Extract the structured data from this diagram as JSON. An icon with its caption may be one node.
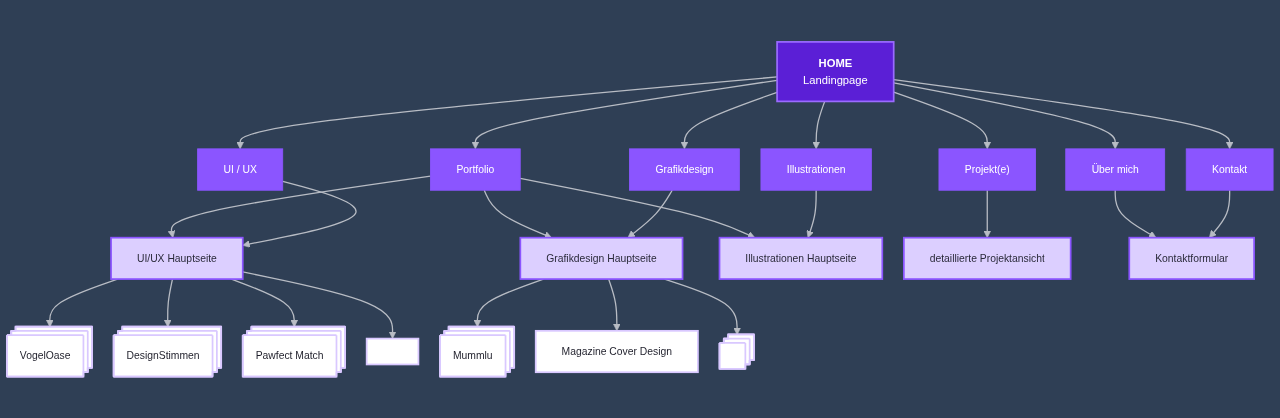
{
  "diagram": {
    "nodes": [
      {
        "text": [
          "HOME",
          "Landingpage"
        ]
      },
      {
        "text": [
          "Über mich"
        ]
      },
      {
        "text": [
          "Portfolio"
        ]
      },
      {
        "text": [
          "UI / UX"
        ]
      },
      {
        "text": [
          "Grafikdesign"
        ]
      },
      {
        "text": [
          "Illustrationen"
        ]
      },
      {
        "text": [
          "Projekt(e)"
        ]
      },
      {
        "text": [
          "Kontakt"
        ]
      },
      {
        "text": [
          "UI/UX Hauptseite"
        ]
      },
      {
        "text": [
          "Grafikdesign Hauptseite"
        ]
      },
      {
        "text": [
          "Illustrationen Hauptseite"
        ]
      },
      {
        "text": [
          "detaillierte Projektansicht"
        ]
      },
      {
        "text": [
          "Kontaktformular"
        ]
      },
      {
        "text": [
          "VogelOase"
        ]
      },
      {
        "text": [
          "DesignStimmen"
        ]
      },
      {
        "text": [
          "Pawfect Match"
        ]
      },
      {
        "text": [],
        "shape": "box"
      },
      {
        "text": [
          "Mummlu"
        ]
      },
      {
        "text": [
          "Magazine Cover Design"
        ]
      },
      {
        "text": [],
        "shape": "box"
      }
    ],
    "edges": [
      {
        "from": 0,
        "to": 1,
        "arrow": "to"
      },
      {
        "from": 0,
        "to": 2,
        "arrow": "to"
      },
      {
        "from": 0,
        "to": 3,
        "arrow": "to"
      },
      {
        "from": 0,
        "to": 4,
        "arrow": "to"
      },
      {
        "from": 0,
        "to": 5,
        "arrow": "to"
      },
      {
        "from": 0,
        "to": 6,
        "arrow": "to"
      },
      {
        "from": 0,
        "to": 7,
        "arrow": "to"
      },
      {
        "from": 1,
        "to": 12,
        "arrow": "to"
      },
      {
        "from": 2,
        "to": 8,
        "arrow": "to"
      },
      {
        "from": 2,
        "to": 9,
        "arrow": "to"
      },
      {
        "from": 2,
        "to": 10,
        "arrow": "to"
      },
      {
        "from": 3,
        "to": 8,
        "arrow": "to"
      },
      {
        "from": 4,
        "to": 9,
        "arrow": "to"
      },
      {
        "from": 5,
        "to": 10,
        "arrow": "to"
      },
      {
        "from": 6,
        "to": 11,
        "arrow": "to"
      },
      {
        "from": 7,
        "to": 12,
        "arrow": "to"
      },
      {
        "from": 8,
        "to": 13,
        "arrow": "to"
      },
      {
        "from": 8,
        "to": 14,
        "arrow": "to"
      },
      {
        "from": 8,
        "to": 15,
        "arrow": "to"
      },
      {
        "from": 8,
        "to": 16,
        "arrow": "to"
      },
      {
        "from": 9,
        "to": 17,
        "arrow": "to"
      },
      {
        "from": 9,
        "to": 18,
        "arrow": "to"
      },
      {
        "from": 9,
        "to": 19,
        "arrow": "to"
      }
    ]
  }
}
